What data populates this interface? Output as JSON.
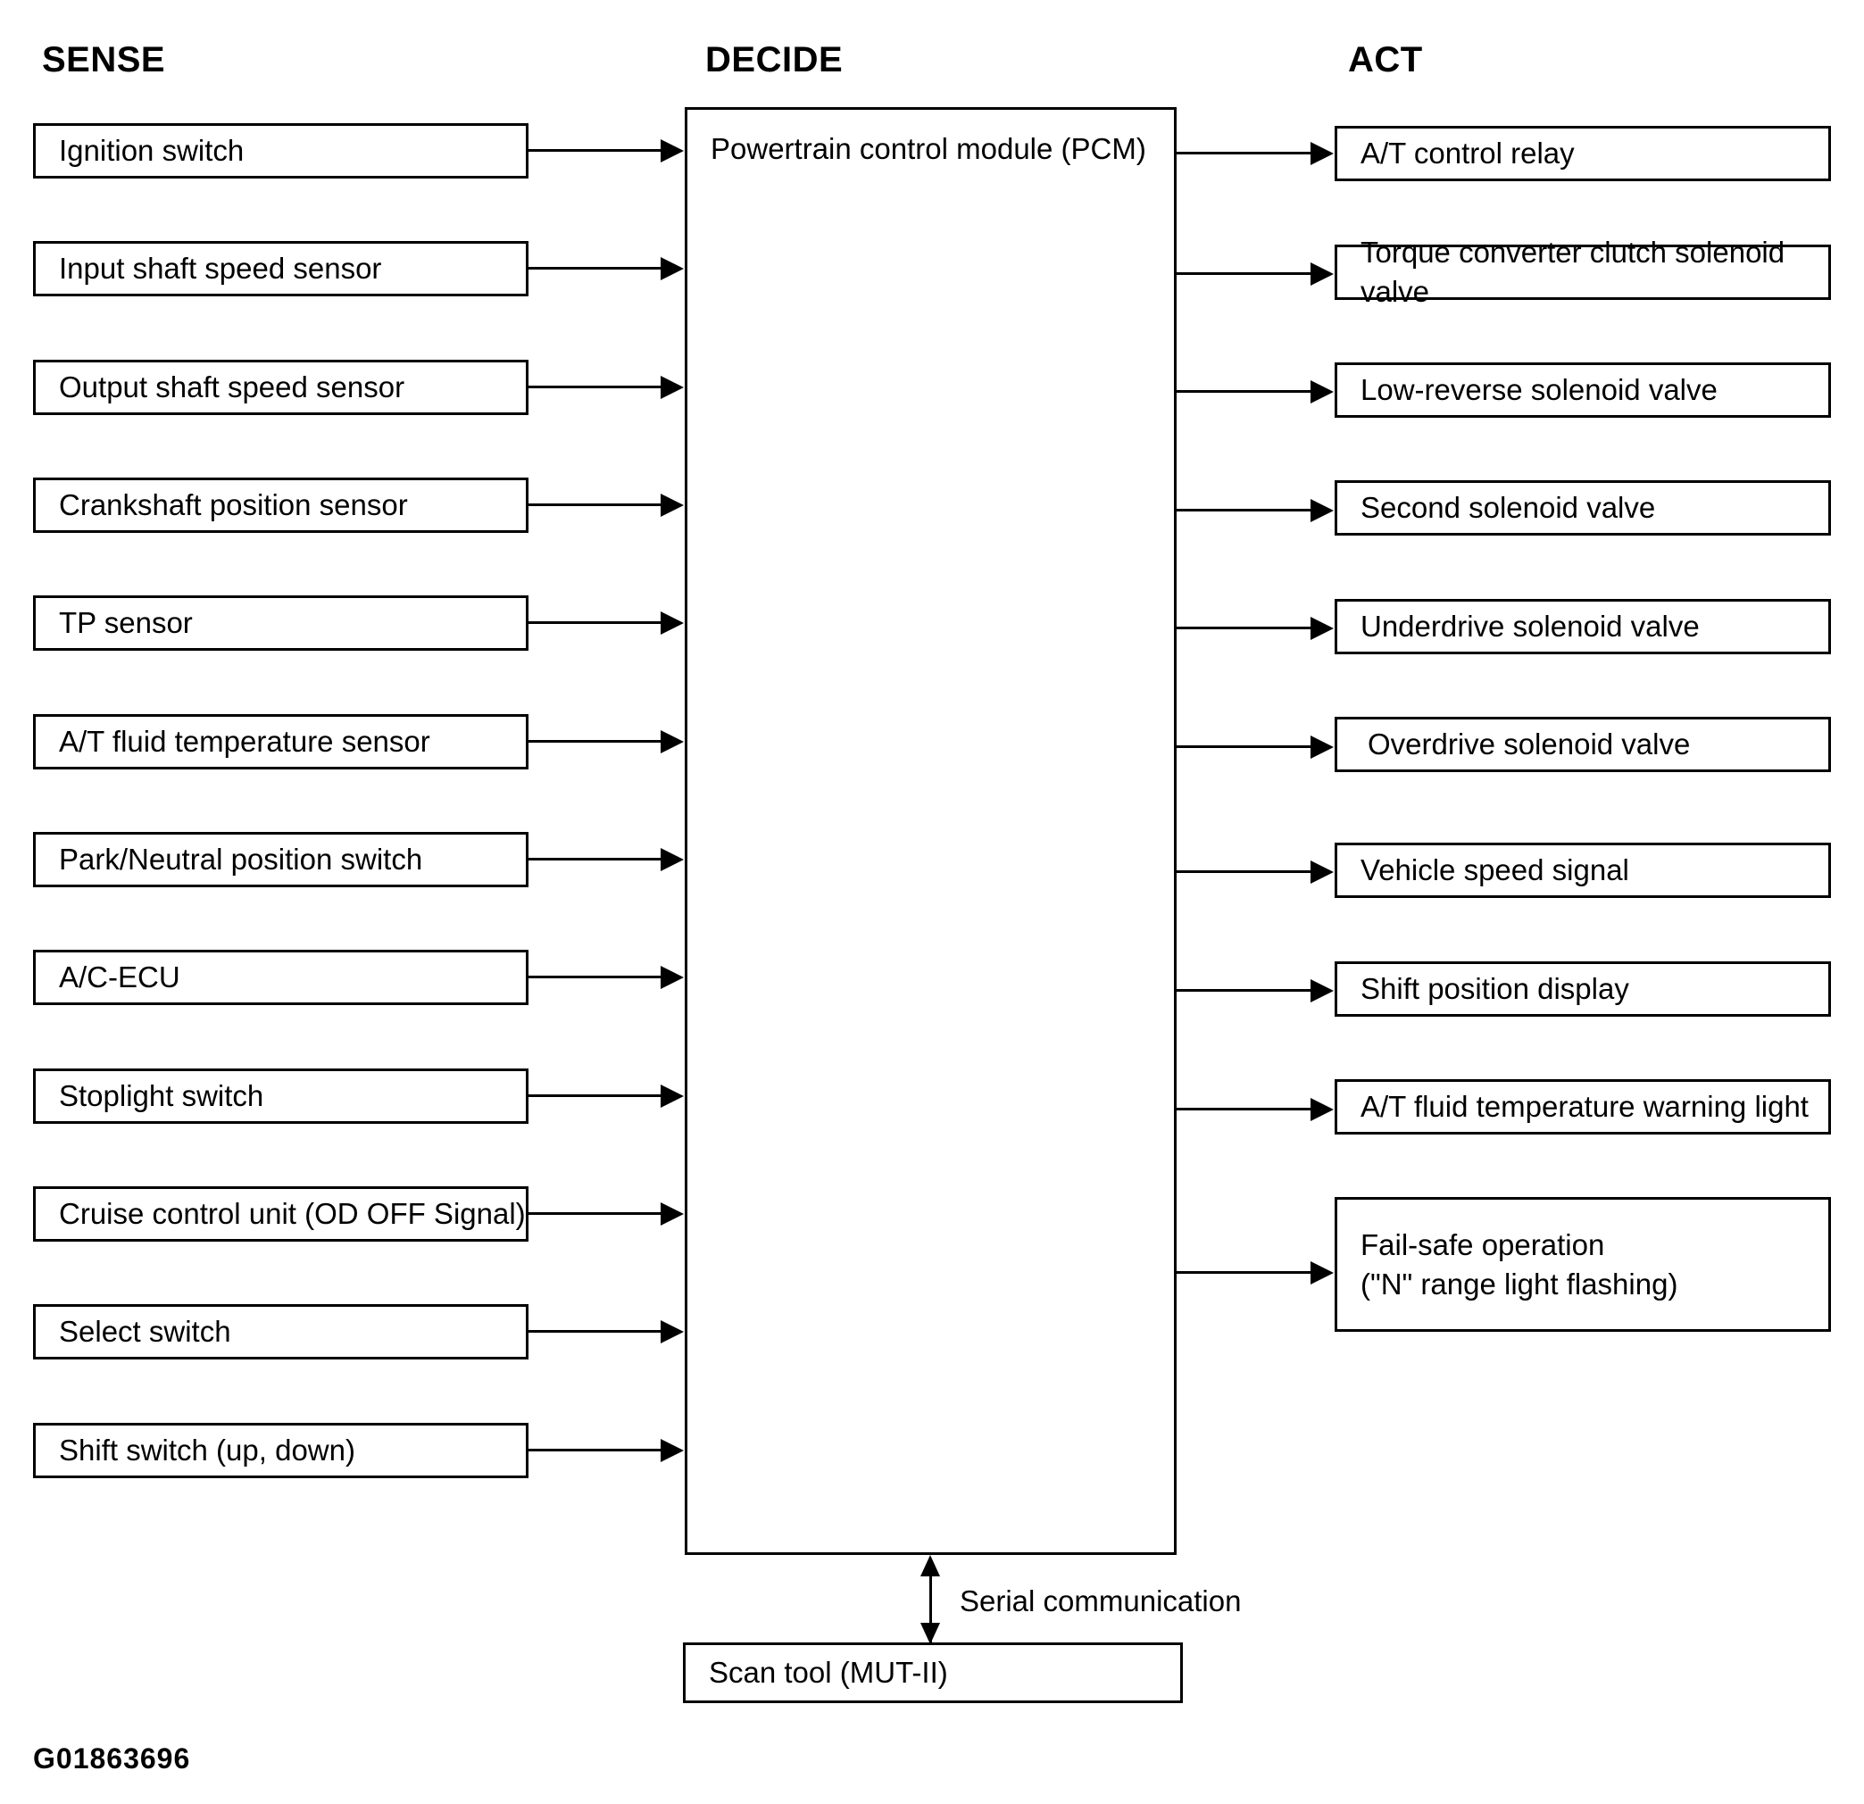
{
  "figure": {
    "id_code": "G01863696",
    "headings": {
      "sense": "SENSE",
      "decide": "DECIDE",
      "act": "ACT"
    }
  },
  "sense": {
    "heading": "SENSE",
    "inputs": [
      {
        "label": "Ignition switch"
      },
      {
        "label": "Input shaft speed sensor"
      },
      {
        "label": "Output shaft speed sensor"
      },
      {
        "label": "Crankshaft position sensor"
      },
      {
        "label": "TP sensor"
      },
      {
        "label": "A/T fluid temperature sensor"
      },
      {
        "label": "Park/Neutral position switch"
      },
      {
        "label": "A/C-ECU"
      },
      {
        "label": "Stoplight switch"
      },
      {
        "label": "Cruise control unit (OD OFF Signal)"
      },
      {
        "label": "Select switch"
      },
      {
        "label": "Shift switch (up, down)"
      }
    ]
  },
  "decide": {
    "heading": "DECIDE",
    "controller": {
      "label": "Powertrain control module (PCM)"
    },
    "serial_link_label": "Serial communication",
    "scan_tool": {
      "label": "Scan tool (MUT-II)"
    }
  },
  "act": {
    "heading": "ACT",
    "outputs": [
      {
        "label": "A/T control relay"
      },
      {
        "label": "Torque converter clutch solenoid valve"
      },
      {
        "label": "Low-reverse solenoid valve"
      },
      {
        "label": "Second solenoid valve"
      },
      {
        "label": "Underdrive solenoid valve"
      },
      {
        "label": "Overdrive solenoid valve"
      },
      {
        "label": "Vehicle speed signal"
      },
      {
        "label": "Shift position display"
      },
      {
        "label": "A/T fluid temperature warning light"
      },
      {
        "label": "Fail-safe operation\n(\"N\" range light flashing)"
      }
    ]
  },
  "colors": {
    "stroke": "#000000",
    "background": "#ffffff"
  }
}
